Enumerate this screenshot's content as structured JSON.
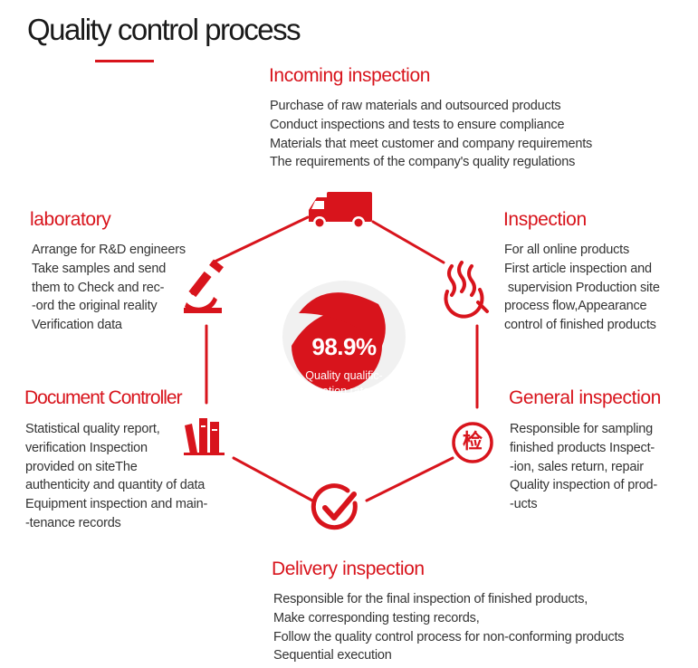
{
  "title": "Quality control process",
  "colors": {
    "accent": "#d8141c",
    "text": "#333333"
  },
  "center": {
    "value": "98.9%",
    "label_line1": "Quality qualific-",
    "label_line2": "-ation rate"
  },
  "nodes": {
    "incoming": {
      "icon": "truck-icon",
      "title": "Incoming inspection",
      "lines": [
        "Purchase of raw materials and outsourced products",
        "Conduct inspections and tests to ensure compliance",
        "Materials that meet customer and company requirements",
        "The requirements of the company's quality regulations"
      ]
    },
    "inspection": {
      "icon": "steam-magnifier-icon",
      "title": "Inspection",
      "lines": [
        "For all online products",
        "First article inspection and",
        " supervision Production site",
        "process flow,Appearance",
        "control of finished products"
      ]
    },
    "general": {
      "icon": "inspect-character-icon",
      "title": "General inspection",
      "glyph": "检",
      "lines": [
        "Responsible for sampling",
        "finished products Inspect-",
        "-ion, sales return, repair",
        "Quality inspection of prod-",
        "-ucts"
      ]
    },
    "delivery": {
      "icon": "checkmark-circle-icon",
      "title": "Delivery inspection",
      "lines": [
        "Responsible for the final inspection of finished products,",
        "Make corresponding testing records,",
        "Follow the quality control process for non-conforming products",
        "Sequential execution"
      ]
    },
    "document": {
      "icon": "binders-icon",
      "title": "Document Controller",
      "lines": [
        "Statistical quality report,",
        "verification Inspection",
        "provided on siteThe",
        "authenticity and quantity of data",
        "Equipment inspection and main-",
        "-tenance records"
      ]
    },
    "laboratory": {
      "icon": "microscope-icon",
      "title": "laboratory",
      "lines": [
        "Arrange for R&D engineers",
        "Take samples and send",
        "them to Check and rec-",
        "-ord the original reality",
        "Verification data"
      ]
    }
  }
}
